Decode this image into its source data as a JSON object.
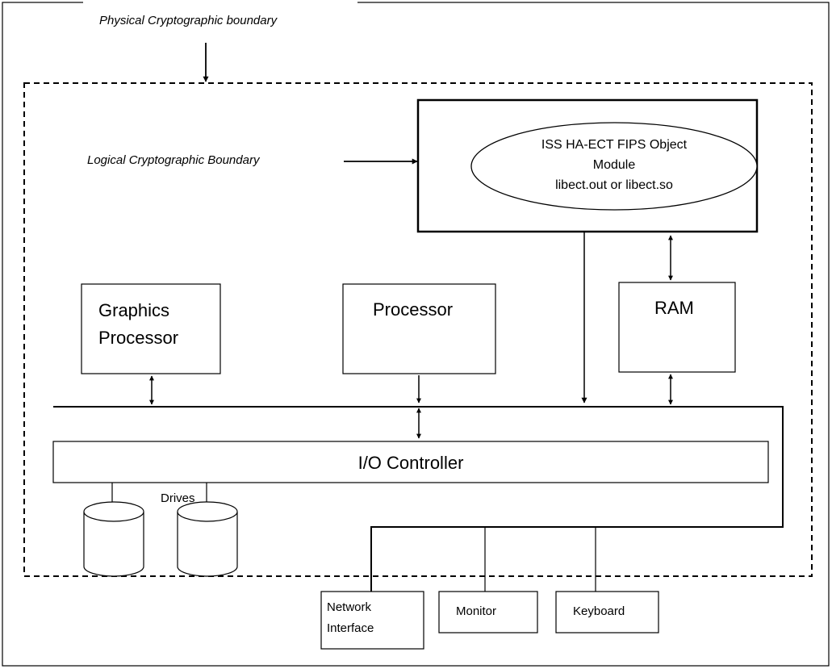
{
  "physical_boundary_label": "Physical Cryptographic boundary",
  "logical_boundary_label": "Logical Cryptographic Boundary",
  "module": {
    "line1": "ISS HA-ECT FIPS Object",
    "line2": "Module",
    "line3": "libect.out or libect.so"
  },
  "graphics_processor": {
    "line1": "Graphics",
    "line2": "Processor"
  },
  "processor_label": "Processor",
  "ram_label": "RAM",
  "io_controller_label": "I/O Controller",
  "drives_label": "Drives",
  "network_interface": {
    "line1": "Network",
    "line2": "Interface"
  },
  "monitor_label": "Monitor",
  "keyboard_label": "Keyboard"
}
